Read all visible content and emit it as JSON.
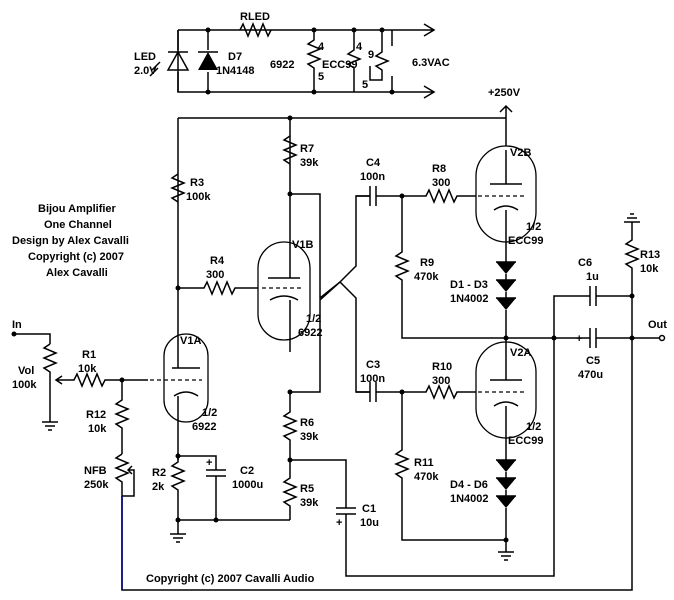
{
  "title": {
    "line1": "Bijou Amplifier",
    "line2": "One Channel",
    "line3": "Design by Alex Cavalli",
    "line4": "Copyright (c) 2007",
    "line5": "Alex Cavalli"
  },
  "footer": "Copyright (c) 2007 Cavalli Audio",
  "labels": {
    "in": "In",
    "out": "Out",
    "b_plus": "+250V",
    "heater_vac": "6.3VAC"
  },
  "heater": {
    "led_name": "LED",
    "led_value": "2.0V",
    "d7_name": "D7",
    "d7_value": "1N4148",
    "rled_name": "RLED",
    "tube1": "6922",
    "tube1_pin_a": "4",
    "tube1_pin_b": "5",
    "tube2": "ECC99",
    "tube2_pin_a": "4",
    "tube2_pin_b": "9",
    "tube2_pin_c": "5"
  },
  "components": {
    "vol": {
      "name": "Vol",
      "value": "100k"
    },
    "r1": {
      "name": "R1",
      "value": "10k"
    },
    "r12": {
      "name": "R12",
      "value": "10k"
    },
    "nfb": {
      "name": "NFB",
      "value": "250k"
    },
    "r2": {
      "name": "R2",
      "value": "2k"
    },
    "c2": {
      "name": "C2",
      "value": "1000u"
    },
    "r3": {
      "name": "R3",
      "value": "100k"
    },
    "r4": {
      "name": "R4",
      "value": "300"
    },
    "r7": {
      "name": "R7",
      "value": "39k"
    },
    "r6": {
      "name": "R6",
      "value": "39k"
    },
    "r5": {
      "name": "R5",
      "value": "39k"
    },
    "c1": {
      "name": "C1",
      "value": "10u"
    },
    "c4": {
      "name": "C4",
      "value": "100n"
    },
    "r8": {
      "name": "R8",
      "value": "300"
    },
    "r9": {
      "name": "R9",
      "value": "470k"
    },
    "c3": {
      "name": "C3",
      "value": "100n"
    },
    "r10": {
      "name": "R10",
      "value": "300"
    },
    "r11": {
      "name": "R11",
      "value": "470k"
    },
    "d1d3": {
      "name": "D1 - D3",
      "value": "1N4002"
    },
    "d4d6": {
      "name": "D4 - D6",
      "value": "1N4002"
    },
    "c6": {
      "name": "C6",
      "value": "1u"
    },
    "c5": {
      "name": "C5",
      "value": "470u"
    },
    "r13": {
      "name": "R13",
      "value": "10k"
    }
  },
  "tubes": {
    "v1a": {
      "name": "V1A",
      "half": "1/2",
      "type": "6922"
    },
    "v1b": {
      "name": "V1B",
      "half": "1/2",
      "type": "6922"
    },
    "v2a": {
      "name": "V2A",
      "half": "1/2",
      "type": "ECC99"
    },
    "v2b": {
      "name": "V2B",
      "half": "1/2",
      "type": "ECC99"
    }
  },
  "polarity": {
    "c2_plus": "+",
    "c1_plus": "+",
    "c5_plus": "+"
  }
}
